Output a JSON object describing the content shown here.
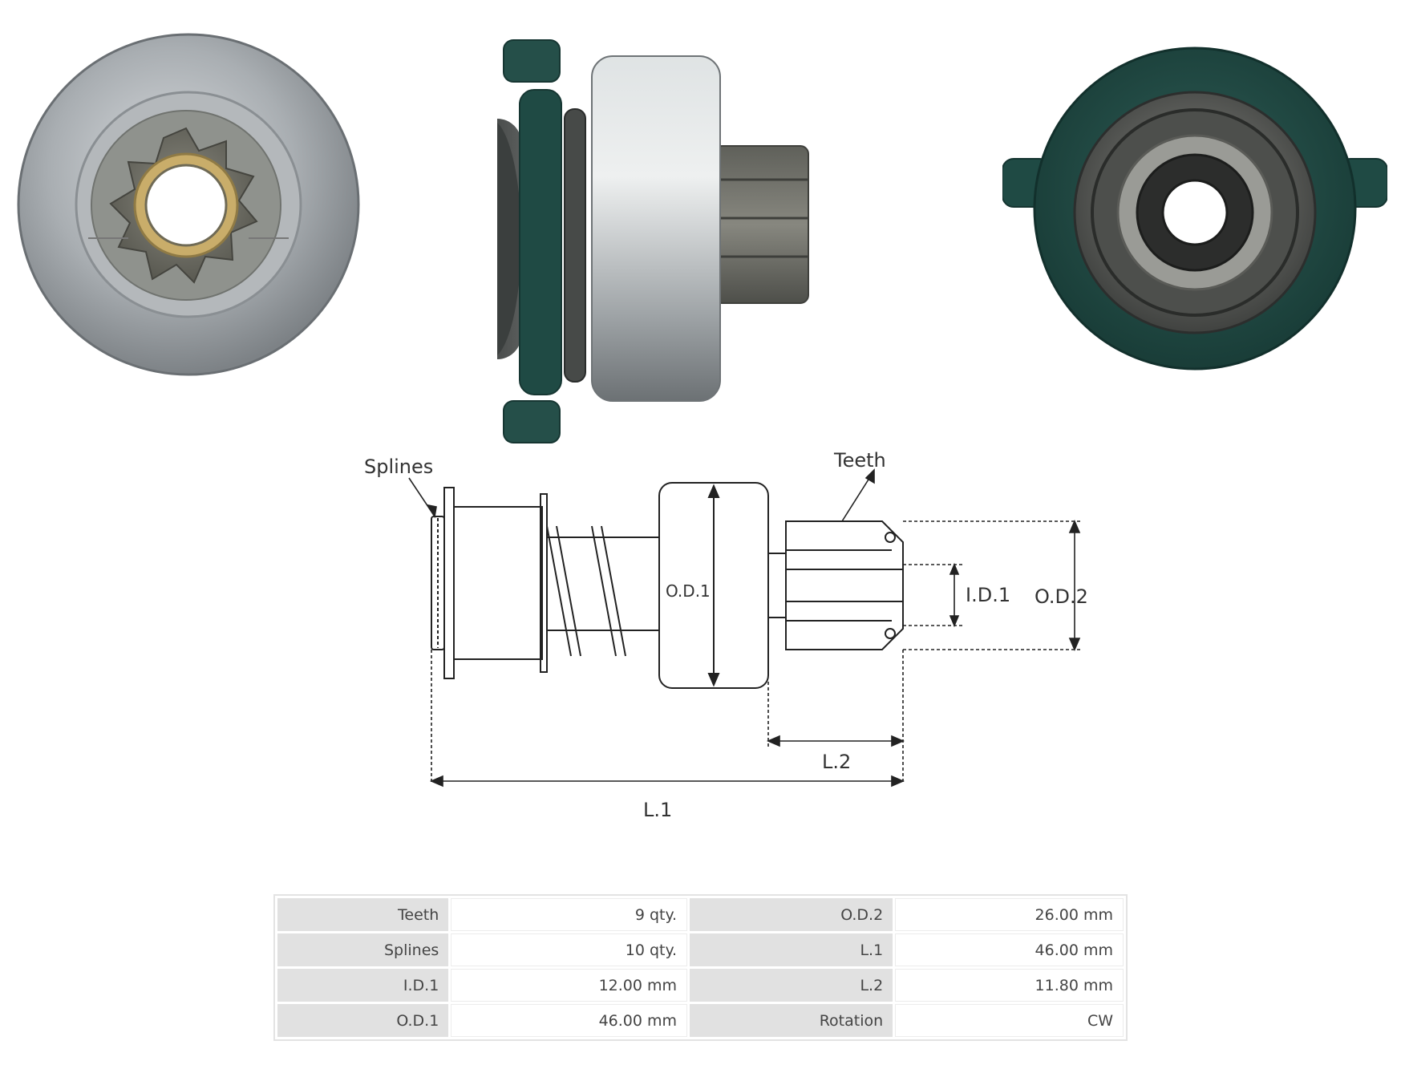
{
  "diagram": {
    "labels": {
      "splines": "Splines",
      "teeth": "Teeth",
      "od1": "O.D.1",
      "id1": "I.D.1",
      "od2": "O.D.2",
      "l1": "L.1",
      "l2": "L.2"
    }
  },
  "specs": {
    "rows": [
      {
        "k1": "Teeth",
        "v1": "9 qty.",
        "k2": "O.D.2",
        "v2": "26.00 mm"
      },
      {
        "k1": "Splines",
        "v1": "10 qty.",
        "k2": "L.1",
        "v2": "46.00 mm"
      },
      {
        "k1": "I.D.1",
        "v1": "12.00 mm",
        "k2": "L.2",
        "v2": "11.80 mm"
      },
      {
        "k1": "O.D.1",
        "v1": "46.00 mm",
        "k2": "Rotation",
        "v2": "CW"
      }
    ]
  },
  "colors": {
    "steel": "#a8adb1",
    "dark_green": "#1f4a44",
    "gear_gray": "#6e6e64",
    "brass": "#c9ad6a"
  }
}
